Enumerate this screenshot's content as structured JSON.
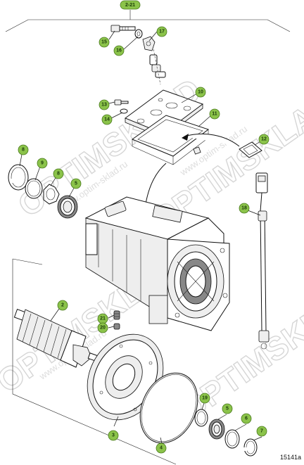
{
  "header": {
    "ref": "2-21"
  },
  "figure_id": "15141a",
  "watermark": {
    "brand": "OPTIMSKLAD",
    "url": "www.optim-sklad.ru"
  },
  "callouts": [
    {
      "id": "c15",
      "label": "15"
    },
    {
      "id": "c16",
      "label": "16"
    },
    {
      "id": "c17",
      "label": "17"
    },
    {
      "id": "c10",
      "label": "10"
    },
    {
      "id": "c13",
      "label": "13"
    },
    {
      "id": "c14",
      "label": "14"
    },
    {
      "id": "c11",
      "label": "11"
    },
    {
      "id": "c12",
      "label": "12"
    },
    {
      "id": "c8a",
      "label": "8"
    },
    {
      "id": "c9",
      "label": "9"
    },
    {
      "id": "c8b",
      "label": "8"
    },
    {
      "id": "c5a",
      "label": "5"
    },
    {
      "id": "c18",
      "label": "18"
    },
    {
      "id": "c2",
      "label": "2"
    },
    {
      "id": "c21",
      "label": "21"
    },
    {
      "id": "c20",
      "label": "20"
    },
    {
      "id": "c19",
      "label": "19"
    },
    {
      "id": "c5b",
      "label": "5"
    },
    {
      "id": "c6",
      "label": "6"
    },
    {
      "id": "c7",
      "label": "7"
    },
    {
      "id": "c3",
      "label": "3"
    },
    {
      "id": "c4",
      "label": "4"
    }
  ]
}
